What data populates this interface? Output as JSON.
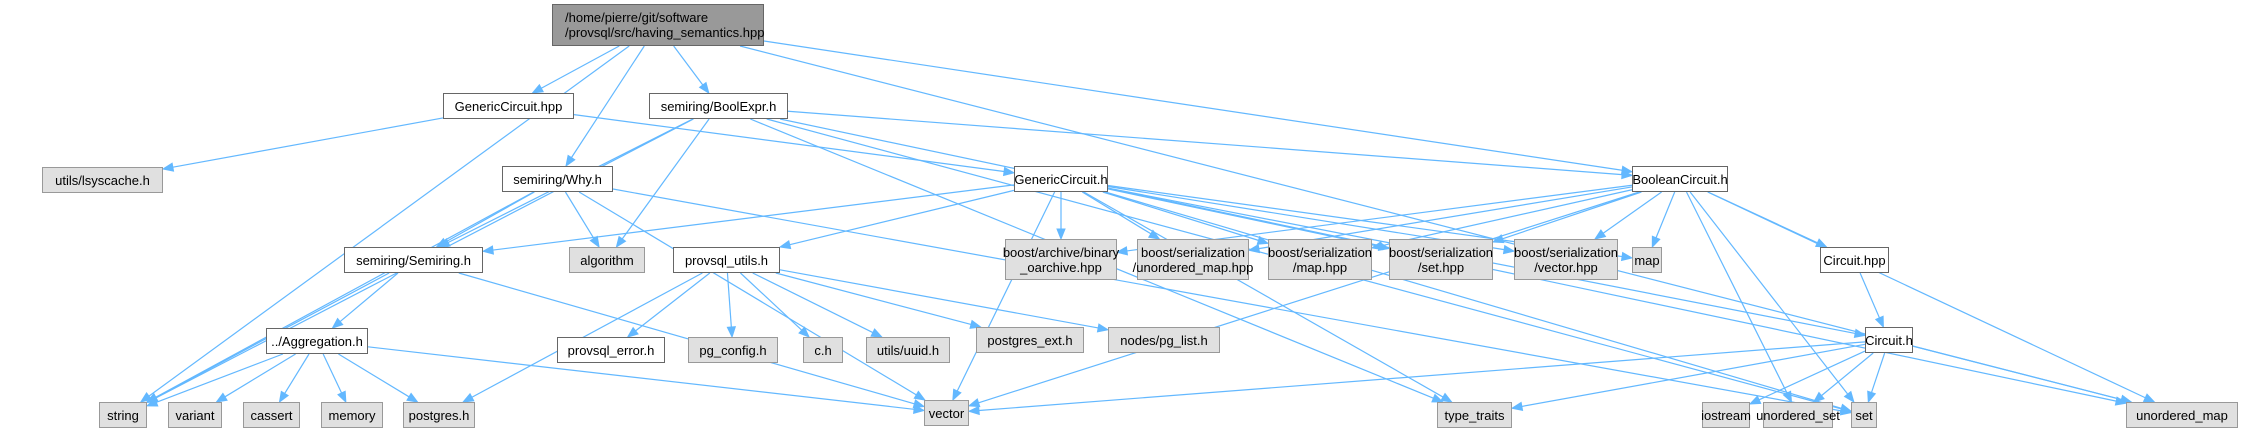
{
  "title": "Include dependency graph for having_semantics.hpp",
  "colors": {
    "edge": "#63b8ff",
    "root_fill": "#999999",
    "local_fill": "#ffffff",
    "system_fill": "#e0e0e0",
    "local_border": "#666666",
    "system_border": "#999999"
  },
  "nodes": {
    "root": "/home/pierre/git/software\n/provsql/src/having_semantics.hpp",
    "generic_circuit_hpp": "GenericCircuit.hpp",
    "bool_expr_h": "semiring/BoolExpr.h",
    "lsyscache_h": "utils/lsyscache.h",
    "why_h": "semiring/Why.h",
    "generic_circuit_h": "GenericCircuit.h",
    "boolean_circuit_h": "BooleanCircuit.h",
    "semiring_h": "semiring/Semiring.h",
    "algorithm": "algorithm",
    "provsql_utils_h": "provsql_utils.h",
    "boost_binary_oarchive": "boost/archive/binary\n_oarchive.hpp",
    "boost_unordered_map": "boost/serialization\n/unordered_map.hpp",
    "boost_map": "boost/serialization\n/map.hpp",
    "boost_set": "boost/serialization\n/set.hpp",
    "boost_vector": "boost/serialization\n/vector.hpp",
    "map": "map",
    "circuit_hpp": "Circuit.hpp",
    "aggregation_h": "../Aggregation.h",
    "provsql_error_h": "provsql_error.h",
    "pg_config_h": "pg_config.h",
    "c_h": "c.h",
    "uuid_h": "utils/uuid.h",
    "postgres_ext_h": "postgres_ext.h",
    "pg_list_h": "nodes/pg_list.h",
    "circuit_h": "Circuit.h",
    "string": "string",
    "variant": "variant",
    "cassert": "cassert",
    "memory": "memory",
    "postgres_h": "postgres.h",
    "vector": "vector",
    "type_traits": "type_traits",
    "iostream": "iostream",
    "unordered_set": "unordered_set",
    "set": "set",
    "unordered_map": "unordered_map"
  },
  "edges": [
    [
      "root",
      "generic_circuit_hpp"
    ],
    [
      "root",
      "bool_expr_h"
    ],
    [
      "root",
      "why_h"
    ],
    [
      "root",
      "boolean_circuit_h"
    ],
    [
      "root",
      "string"
    ],
    [
      "root",
      "unordered_map"
    ],
    [
      "generic_circuit_hpp",
      "lsyscache_h"
    ],
    [
      "generic_circuit_hpp",
      "generic_circuit_h"
    ],
    [
      "bool_expr_h",
      "semiring_h"
    ],
    [
      "bool_expr_h",
      "algorithm"
    ],
    [
      "bool_expr_h",
      "boolean_circuit_h"
    ],
    [
      "bool_expr_h",
      "string"
    ],
    [
      "bool_expr_h",
      "type_traits"
    ],
    [
      "bool_expr_h",
      "set"
    ],
    [
      "bool_expr_h",
      "unordered_map"
    ],
    [
      "why_h",
      "semiring_h"
    ],
    [
      "why_h",
      "algorithm"
    ],
    [
      "why_h",
      "string"
    ],
    [
      "why_h",
      "vector"
    ],
    [
      "why_h",
      "set"
    ],
    [
      "generic_circuit_h",
      "semiring_h"
    ],
    [
      "generic_circuit_h",
      "provsql_utils_h"
    ],
    [
      "generic_circuit_h",
      "boost_binary_oarchive"
    ],
    [
      "generic_circuit_h",
      "boost_unordered_map"
    ],
    [
      "generic_circuit_h",
      "boost_map"
    ],
    [
      "generic_circuit_h",
      "boost_set"
    ],
    [
      "generic_circuit_h",
      "boost_vector"
    ],
    [
      "generic_circuit_h",
      "map"
    ],
    [
      "generic_circuit_h",
      "circuit_h"
    ],
    [
      "generic_circuit_h",
      "vector"
    ],
    [
      "generic_circuit_h",
      "type_traits"
    ],
    [
      "generic_circuit_h",
      "set"
    ],
    [
      "boolean_circuit_h",
      "boost_binary_oarchive"
    ],
    [
      "boolean_circuit_h",
      "boost_unordered_map"
    ],
    [
      "boolean_circuit_h",
      "boost_map"
    ],
    [
      "boolean_circuit_h",
      "boost_set"
    ],
    [
      "boolean_circuit_h",
      "boost_vector"
    ],
    [
      "boolean_circuit_h",
      "map"
    ],
    [
      "boolean_circuit_h",
      "circuit_hpp"
    ],
    [
      "boolean_circuit_h",
      "vector"
    ],
    [
      "boolean_circuit_h",
      "unordered_set"
    ],
    [
      "boolean_circuit_h",
      "set"
    ],
    [
      "boolean_circuit_h",
      "unordered_map"
    ],
    [
      "semiring_h",
      "aggregation_h"
    ],
    [
      "semiring_h",
      "string"
    ],
    [
      "semiring_h",
      "vector"
    ],
    [
      "provsql_utils_h",
      "provsql_error_h"
    ],
    [
      "provsql_utils_h",
      "pg_config_h"
    ],
    [
      "provsql_utils_h",
      "c_h"
    ],
    [
      "provsql_utils_h",
      "uuid_h"
    ],
    [
      "provsql_utils_h",
      "postgres_ext_h"
    ],
    [
      "provsql_utils_h",
      "pg_list_h"
    ],
    [
      "provsql_utils_h",
      "postgres_h"
    ],
    [
      "circuit_hpp",
      "circuit_h"
    ],
    [
      "aggregation_h",
      "string"
    ],
    [
      "aggregation_h",
      "variant"
    ],
    [
      "aggregation_h",
      "cassert"
    ],
    [
      "aggregation_h",
      "memory"
    ],
    [
      "aggregation_h",
      "postgres_h"
    ],
    [
      "aggregation_h",
      "vector"
    ],
    [
      "circuit_h",
      "vector"
    ],
    [
      "circuit_h",
      "type_traits"
    ],
    [
      "circuit_h",
      "iostream"
    ],
    [
      "circuit_h",
      "unordered_set"
    ],
    [
      "circuit_h",
      "set"
    ],
    [
      "circuit_h",
      "unordered_map"
    ]
  ]
}
